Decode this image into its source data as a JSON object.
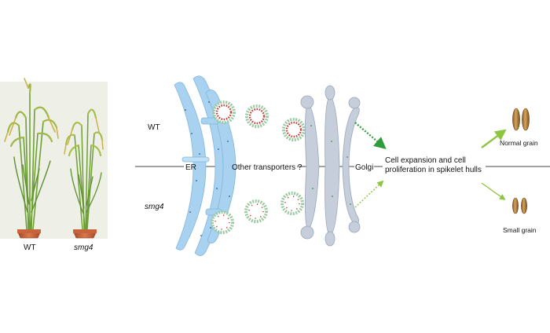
{
  "plants": {
    "wt_label": "WT",
    "mutant_label": "smg4"
  },
  "diagram": {
    "row_wt": "WT",
    "row_mutant": "smg4",
    "er": "ER",
    "other_transporters": "Other transporters ?",
    "golgi": "Golgi",
    "outcome_line1": "Cell expansion and cell",
    "outcome_line2": "proliferation in spikelet hulls",
    "normal_grain": "Normal grain",
    "small_grain": "Small grain"
  },
  "colors": {
    "er_membrane": "#a8d2ef",
    "golgi": "#c5ceda",
    "arrow_green": "#2f9b3a",
    "arrow_light_green": "#8cc63f",
    "vesicle_cargo": "#c63b3b",
    "plant_green": "#7fae3e",
    "pot": "#c9643a"
  }
}
